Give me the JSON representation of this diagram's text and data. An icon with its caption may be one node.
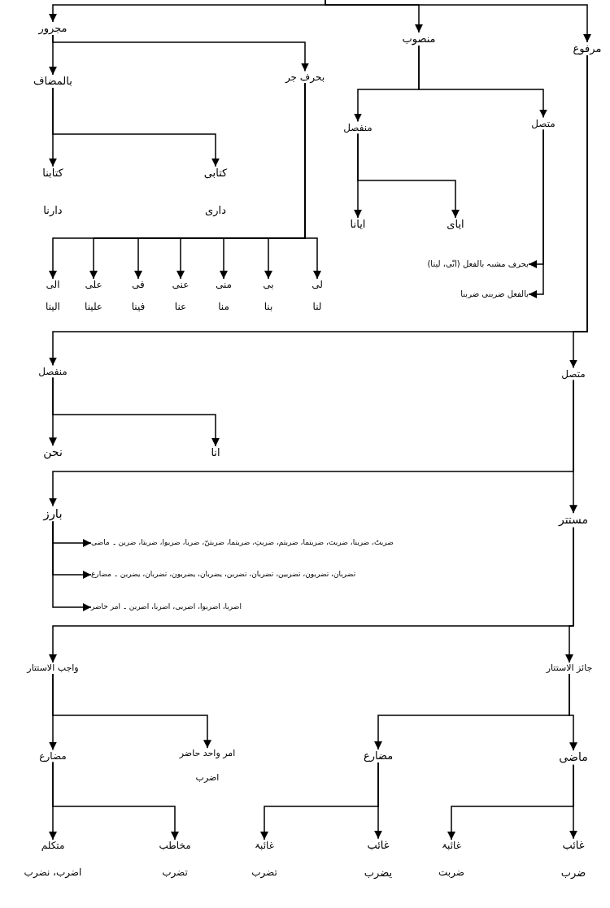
{
  "diagram": {
    "nodes": [
      {
        "text": [
          "مجرور"
        ]
      },
      {
        "text": [
          "منصوب"
        ]
      },
      {
        "text": [
          "مرفوع"
        ]
      },
      {
        "text": [
          "بالمضاف"
        ]
      },
      {
        "text": [
          "بحرف جر"
        ]
      },
      {
        "text": [
          "متصل"
        ]
      },
      {
        "text": [
          "منفصل"
        ]
      },
      {
        "text": [
          "کتابنا",
          "دارنا"
        ]
      },
      {
        "text": [
          "کتابی",
          "داری"
        ]
      },
      {
        "text": [
          "ایانا"
        ]
      },
      {
        "text": [
          "ایای"
        ]
      },
      {
        "text": [
          "بحرف مشبہ بالفعل (انّی، لیتا)"
        ]
      },
      {
        "text": [
          "بالفعل ضربنی ضربنا"
        ]
      },
      {
        "text": [
          "لی",
          "لنا"
        ]
      },
      {
        "text": [
          "بی",
          "بنا"
        ]
      },
      {
        "text": [
          "منی",
          "منا"
        ]
      },
      {
        "text": [
          "عنی",
          "عنا"
        ]
      },
      {
        "text": [
          "فی",
          "فینا"
        ]
      },
      {
        "text": [
          "علی",
          "علینا"
        ]
      },
      {
        "text": [
          "الی",
          "الینا"
        ]
      },
      {
        "text": [
          "منفصل"
        ]
      },
      {
        "text": [
          "متصل"
        ]
      },
      {
        "text": [
          "نحن"
        ]
      },
      {
        "text": [
          "انا"
        ]
      },
      {
        "text": [
          "بارز"
        ]
      },
      {
        "text": [
          "مستتر"
        ]
      },
      {
        "text": [
          "ضربتُ، ضربنا، ضربتَ، ضربتما، ضربتم، ضربتِ، ضربتما، ضربتنّ، ضربا، ضربوا، ضربتا، ضربن ۔ ماضی"
        ]
      },
      {
        "text": [
          "تضربان، تضربون، تضربین، تضربان، تضربن، یضربان، یضربون، تضربان، یضربن ۔ مضارع"
        ]
      },
      {
        "text": [
          "اضربا، اضربوا، اضربی، اضربا، اضربن ۔ امر حاضر"
        ]
      },
      {
        "text": [
          "واجب الاستتار"
        ]
      },
      {
        "text": [
          "جائز الاستتار"
        ]
      },
      {
        "text": [
          "مضارع"
        ]
      },
      {
        "text": [
          "امر واحد حاضر",
          "اضرب"
        ]
      },
      {
        "text": [
          "مضارع"
        ]
      },
      {
        "text": [
          "ماضی"
        ]
      },
      {
        "text": [
          "متکلم",
          "اضرب، نضرب"
        ]
      },
      {
        "text": [
          "مخاطب",
          "تضرب"
        ]
      },
      {
        "text": [
          "غائبۃ",
          "تضرب"
        ]
      },
      {
        "text": [
          "غائب",
          "یضرب"
        ]
      },
      {
        "text": [
          "غائبۃ",
          "ضربت"
        ]
      },
      {
        "text": [
          "غائب",
          "ضرب"
        ]
      }
    ],
    "edges": [
      {
        "from": null,
        "to": 0,
        "arrow": "to"
      },
      {
        "from": null,
        "to": 1,
        "arrow": "to"
      },
      {
        "from": null,
        "to": 2,
        "arrow": "to"
      },
      {
        "from": 0,
        "to": 3,
        "arrow": "to"
      },
      {
        "from": 0,
        "to": 4,
        "arrow": "to"
      },
      {
        "from": 1,
        "to": 6,
        "arrow": "to"
      },
      {
        "from": 1,
        "to": 5,
        "arrow": "to"
      },
      {
        "from": 3,
        "to": 7,
        "arrow": "to"
      },
      {
        "from": 3,
        "to": 8,
        "arrow": "to"
      },
      {
        "from": 6,
        "to": 9,
        "arrow": "to"
      },
      {
        "from": 6,
        "to": 10,
        "arrow": "to"
      },
      {
        "from": 5,
        "to": 11,
        "arrow": "to"
      },
      {
        "from": 5,
        "to": 12,
        "arrow": "to"
      },
      {
        "from": 4,
        "to": 13,
        "arrow": "to"
      },
      {
        "from": 4,
        "to": 14,
        "arrow": "to"
      },
      {
        "from": 4,
        "to": 15,
        "arrow": "to"
      },
      {
        "from": 4,
        "to": 16,
        "arrow": "to"
      },
      {
        "from": 4,
        "to": 17,
        "arrow": "to"
      },
      {
        "from": 4,
        "to": 18,
        "arrow": "to"
      },
      {
        "from": 4,
        "to": 19,
        "arrow": "to"
      },
      {
        "from": 2,
        "to": 20,
        "arrow": "to"
      },
      {
        "from": 2,
        "to": 21,
        "arrow": "to"
      },
      {
        "from": 20,
        "to": 22,
        "arrow": "to"
      },
      {
        "from": 20,
        "to": 23,
        "arrow": "to"
      },
      {
        "from": 21,
        "to": 24,
        "arrow": "to"
      },
      {
        "from": 21,
        "to": 25,
        "arrow": "to"
      },
      {
        "from": 24,
        "to": 26,
        "arrow": "to"
      },
      {
        "from": 24,
        "to": 27,
        "arrow": "to"
      },
      {
        "from": 24,
        "to": 28,
        "arrow": "to"
      },
      {
        "from": 25,
        "to": 29,
        "arrow": "to"
      },
      {
        "from": 25,
        "to": 30,
        "arrow": "to"
      },
      {
        "from": 29,
        "to": 31,
        "arrow": "to"
      },
      {
        "from": 29,
        "to": 32,
        "arrow": "to"
      },
      {
        "from": 30,
        "to": 33,
        "arrow": "to"
      },
      {
        "from": 30,
        "to": 34,
        "arrow": "to"
      },
      {
        "from": 31,
        "to": 35,
        "arrow": "to"
      },
      {
        "from": 31,
        "to": 36,
        "arrow": "to"
      },
      {
        "from": 33,
        "to": 37,
        "arrow": "to"
      },
      {
        "from": 33,
        "to": 38,
        "arrow": "to"
      },
      {
        "from": 34,
        "to": 39,
        "arrow": "to"
      },
      {
        "from": 34,
        "to": 40,
        "arrow": "to"
      }
    ]
  }
}
